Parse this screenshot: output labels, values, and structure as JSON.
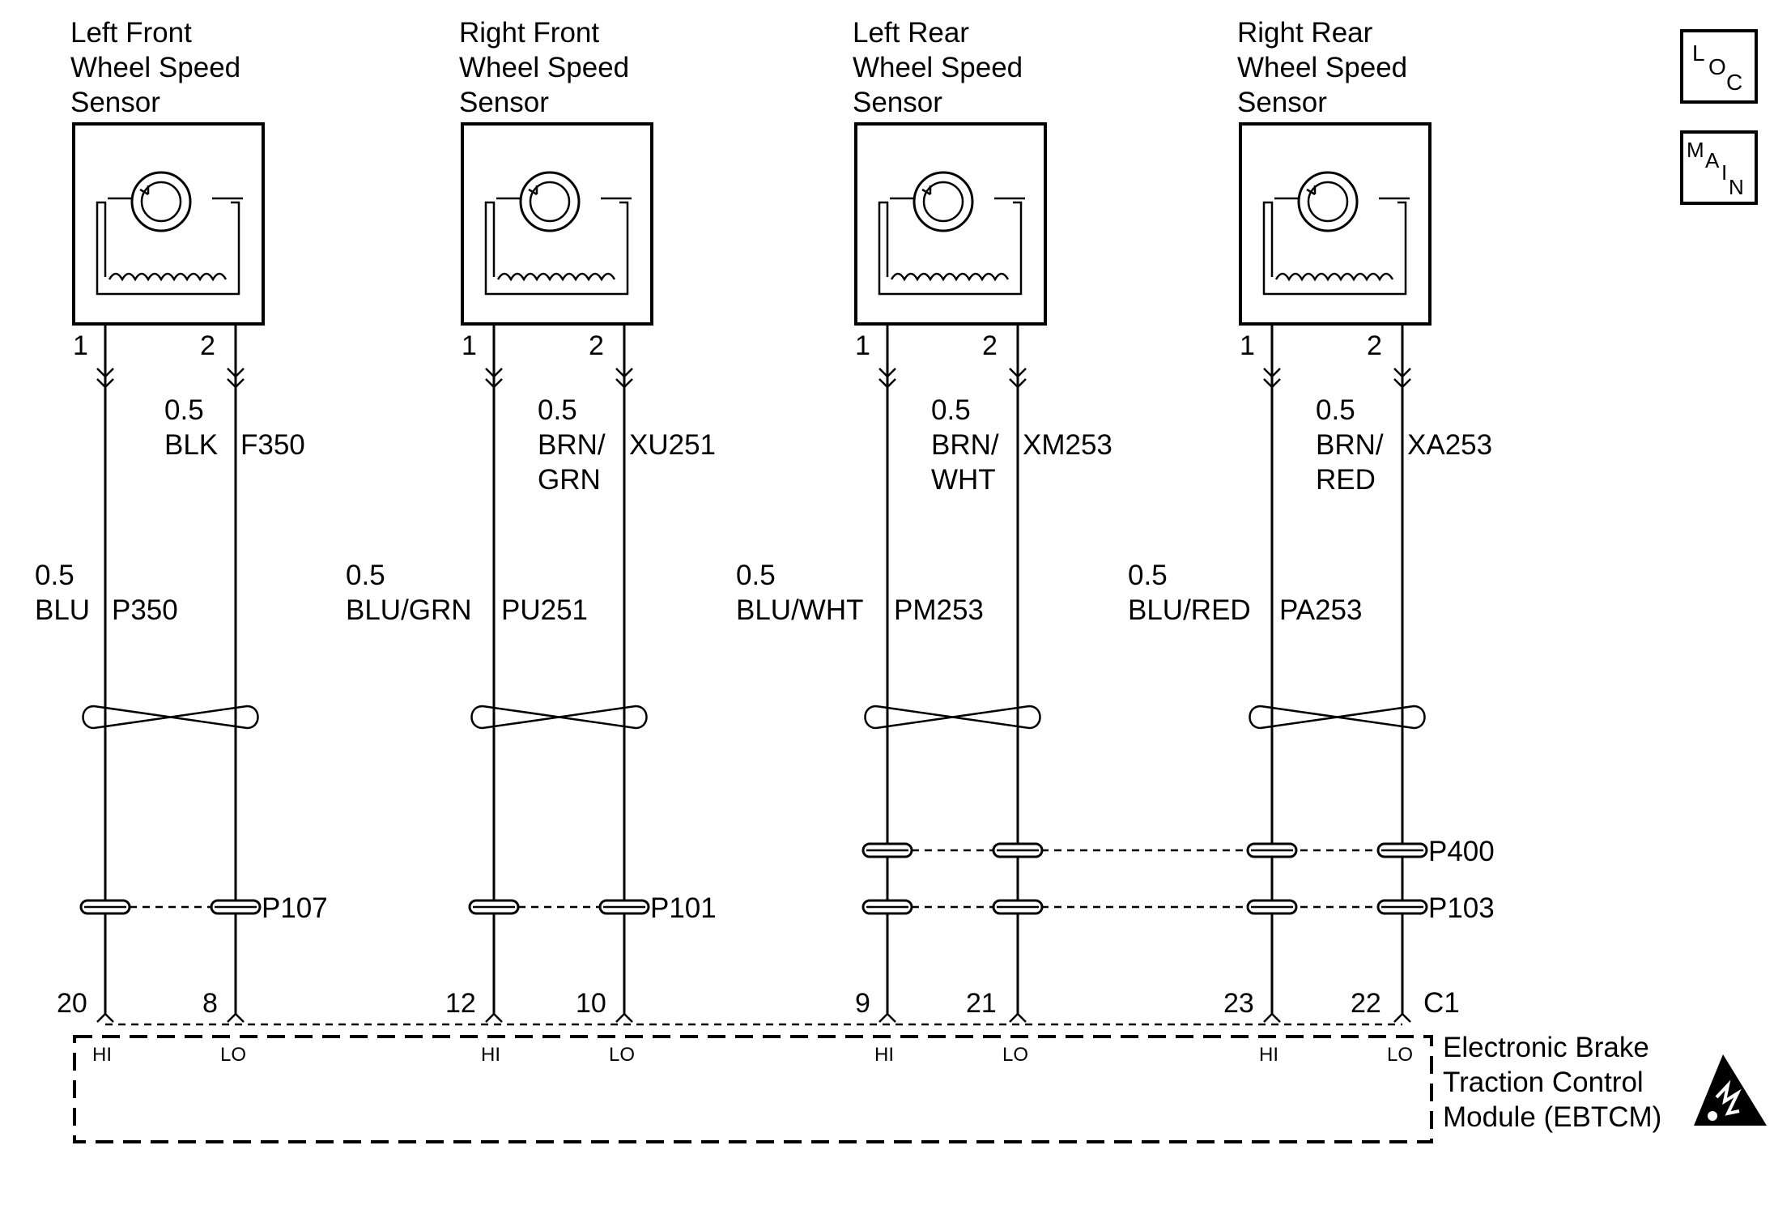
{
  "sensors": [
    {
      "title": [
        "Left Front",
        "Wheel Speed",
        "Sensor"
      ],
      "pin1": "1",
      "pin2": "2",
      "upper": {
        "size": "0.5",
        "color": [
          "BLK"
        ],
        "circuit": "F350"
      },
      "lower": {
        "size": "0.5",
        "color": "BLU",
        "circuit": "P350"
      },
      "hi_pin": "20",
      "lo_pin": "8"
    },
    {
      "title": [
        "Right Front",
        "Wheel Speed",
        "Sensor"
      ],
      "pin1": "1",
      "pin2": "2",
      "upper": {
        "size": "0.5",
        "color": [
          "BRN/",
          "GRN"
        ],
        "circuit": "XU251"
      },
      "lower": {
        "size": "0.5",
        "color": "BLU/GRN",
        "circuit": "PU251"
      },
      "hi_pin": "12",
      "lo_pin": "10"
    },
    {
      "title": [
        "Left Rear",
        "Wheel Speed",
        "Sensor"
      ],
      "pin1": "1",
      "pin2": "2",
      "upper": {
        "size": "0.5",
        "color": [
          "BRN/",
          "WHT"
        ],
        "circuit": "XM253"
      },
      "lower": {
        "size": "0.5",
        "color": "BLU/WHT",
        "circuit": "PM253"
      },
      "hi_pin": "9",
      "lo_pin": "21"
    },
    {
      "title": [
        "Right Rear",
        "Wheel Speed",
        "Sensor"
      ],
      "pin1": "1",
      "pin2": "2",
      "upper": {
        "size": "0.5",
        "color": [
          "BRN/",
          "RED"
        ],
        "circuit": "XA253"
      },
      "lower": {
        "size": "0.5",
        "color": "BLU/RED",
        "circuit": "PA253"
      },
      "hi_pin": "23",
      "lo_pin": "22"
    }
  ],
  "connectors": {
    "p107": "P107",
    "p101": "P101",
    "p400": "P400",
    "p103": "P103",
    "c1": "C1"
  },
  "terminal_labels": {
    "hi": "HI",
    "lo": "LO"
  },
  "module": {
    "lines": [
      "Electronic Brake",
      "Traction Control",
      "Module (EBTCM)"
    ]
  },
  "side_buttons": {
    "loc": {
      "letters": [
        "L",
        "O",
        "C"
      ]
    },
    "main": {
      "letters": [
        "M",
        "A",
        "I",
        "N"
      ]
    }
  },
  "icons": {
    "esd": "esd-warning-icon"
  }
}
